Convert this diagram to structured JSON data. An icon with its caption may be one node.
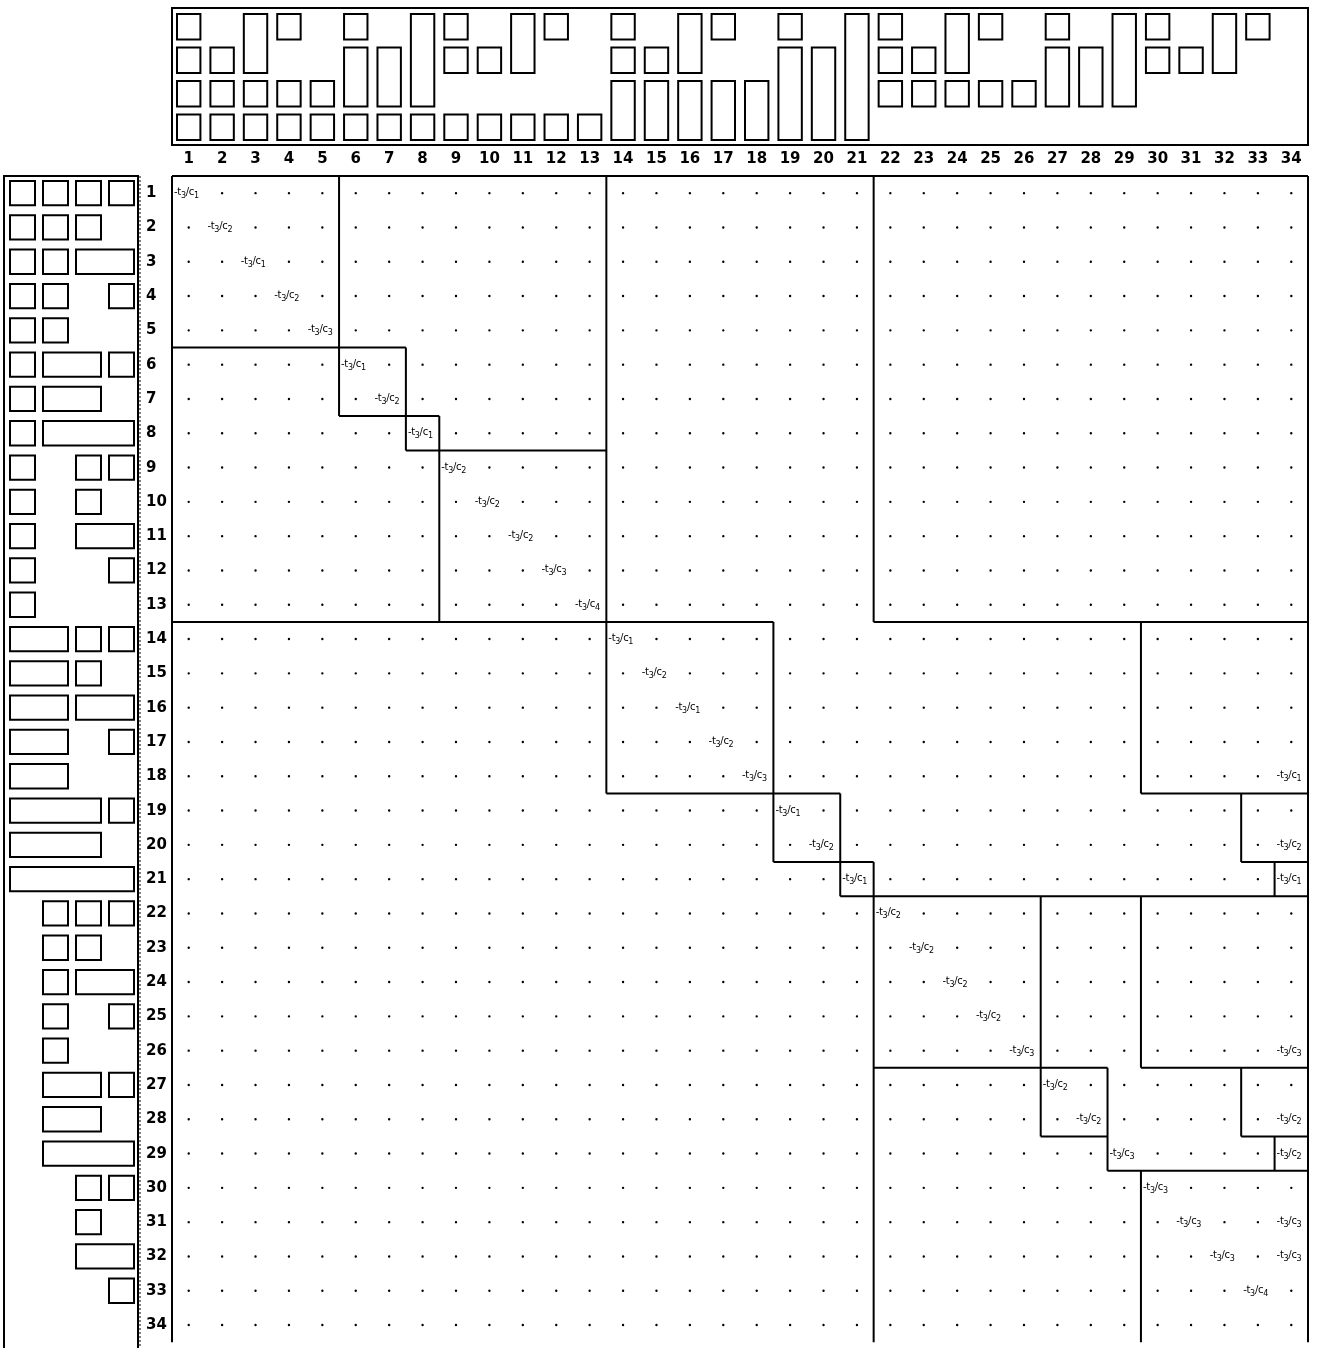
{
  "diagram": {
    "labels": [
      "1",
      "2",
      "3",
      "4",
      "5",
      "6",
      "7",
      "8",
      "9",
      "10",
      "11",
      "12",
      "13",
      "14",
      "15",
      "16",
      "17",
      "18",
      "19",
      "20",
      "21",
      "22",
      "23",
      "24",
      "25",
      "26",
      "27",
      "28",
      "29",
      "30",
      "31",
      "32",
      "33",
      "34",
      "1",
      "-t$_{3}$/c$_{1}$",
      "2",
      "-t$_{3}$/c$_{2}$",
      "3",
      "-t$_{3}$/c$_{1}$",
      "4",
      "-t$_{3}$/c$_{2}$",
      "5",
      "-t$_{3}$/c$_{3}$",
      "6",
      "-t$_{3}$/c$_{1}$",
      "7",
      "-t$_{3}$/c$_{2}$",
      "8",
      "-t$_{3}$/c$_{1}$",
      "9",
      "-t$_{3}$/c$_{2}$",
      "10",
      "-t$_{3}$/c$_{2}$",
      "11",
      "-t$_{3}$/c$_{2}$",
      "12",
      "-t$_{3}$/c$_{3}$",
      "13",
      "-t$_{3}$/c$_{4}$",
      "14",
      "-t$_{3}$/c$_{1}$",
      "15",
      "-t$_{3}$/c$_{2}$",
      "16",
      "-t$_{3}$/c$_{1}$",
      "17",
      "-t$_{3}$/c$_{2}$",
      "18",
      "-t$_{3}$/c$_{3}$",
      "-t$_{3}$/c$_{1}$",
      "19",
      "-t$_{3}$/c$_{1}$",
      "20",
      "-t$_{3}$/c$_{2}$",
      "-t$_{3}$/c$_{2}$",
      "21",
      "-t$_{3}$/c$_{1}$",
      "-t$_{3}$/c$_{1}$",
      "22",
      "-t$_{3}$/c$_{2}$",
      "23",
      "-t$_{3}$/c$_{2}$",
      "24",
      "-t$_{3}$/c$_{2}$",
      "25",
      "-t$_{3}$/c$_{2}$",
      "26",
      "-t$_{3}$/c$_{3}$",
      "-t$_{3}$/c$_{3}$",
      "27",
      "-t$_{3}$/c$_{2}$",
      "28",
      "-t$_{3}$/c$_{2}$",
      "-t$_{3}$/c$_{2}$",
      "29",
      "-t$_{3}$/c$_{3}$",
      "-t$_{3}$/c$_{2}$",
      "30",
      "-t$_{3}$/c$_{3}$",
      "31",
      "-t$_{3}$/c$_{3}$",
      "-t$_{3}$/c$_{3}$",
      "32",
      "-t$_{3}$/c$_{3}$",
      "-t$_{3}$/c$_{3}$",
      "33",
      "-t$_{3}$/c$_{4}$",
      "34"
    ]
  }
}
